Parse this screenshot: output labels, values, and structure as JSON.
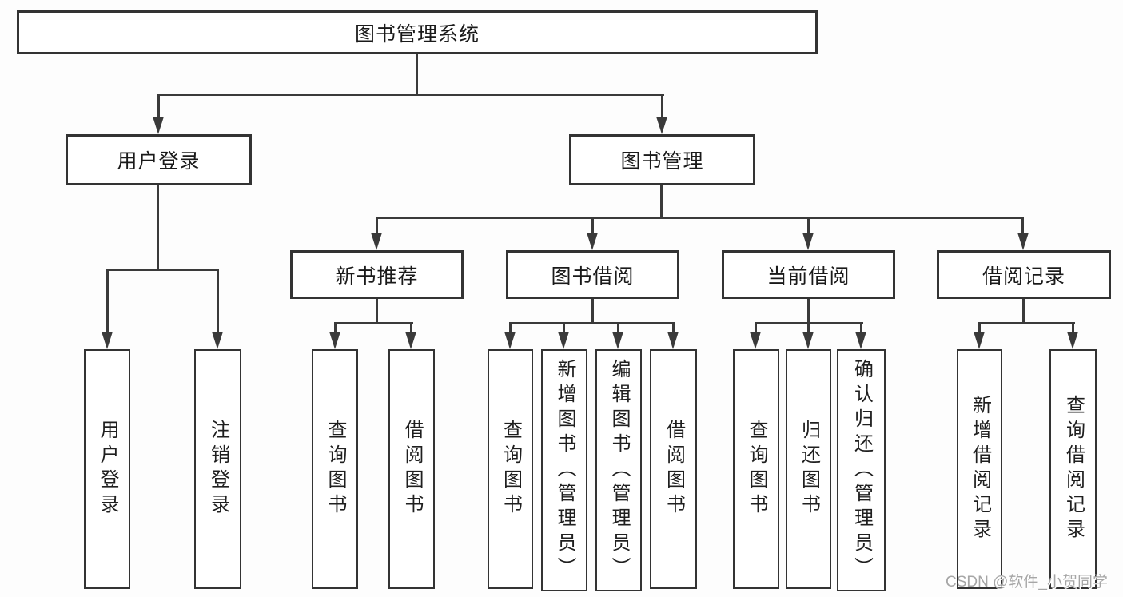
{
  "nodes": {
    "root": "图书管理系统",
    "user_login": "用户登录",
    "book_management": "图书管理",
    "new_book_recommend": "新书推荐",
    "book_borrow": "图书借阅",
    "current_borrow": "当前借阅",
    "borrow_records": "借阅记录"
  },
  "leaves": {
    "user_login": [
      "用户登录",
      "注销登录"
    ],
    "new_book_recommend": [
      "查询图书",
      "借阅图书"
    ],
    "book_borrow": [
      "查询图书",
      "新增图书（管理员）",
      "编辑图书（管理员）",
      "借阅图书"
    ],
    "current_borrow": [
      "查询图书",
      "归还图书",
      "确认归还（管理员）"
    ],
    "borrow_records": [
      "新增借阅记录",
      "查询借阅记录"
    ]
  },
  "watermark": "CSDN @软件_小贺同学",
  "colors": {
    "line": "#3a3a3a",
    "box_border": "#333333",
    "text": "#1a1a1a",
    "watermark": "#a6a6a6",
    "background": "#fdfdfd"
  }
}
